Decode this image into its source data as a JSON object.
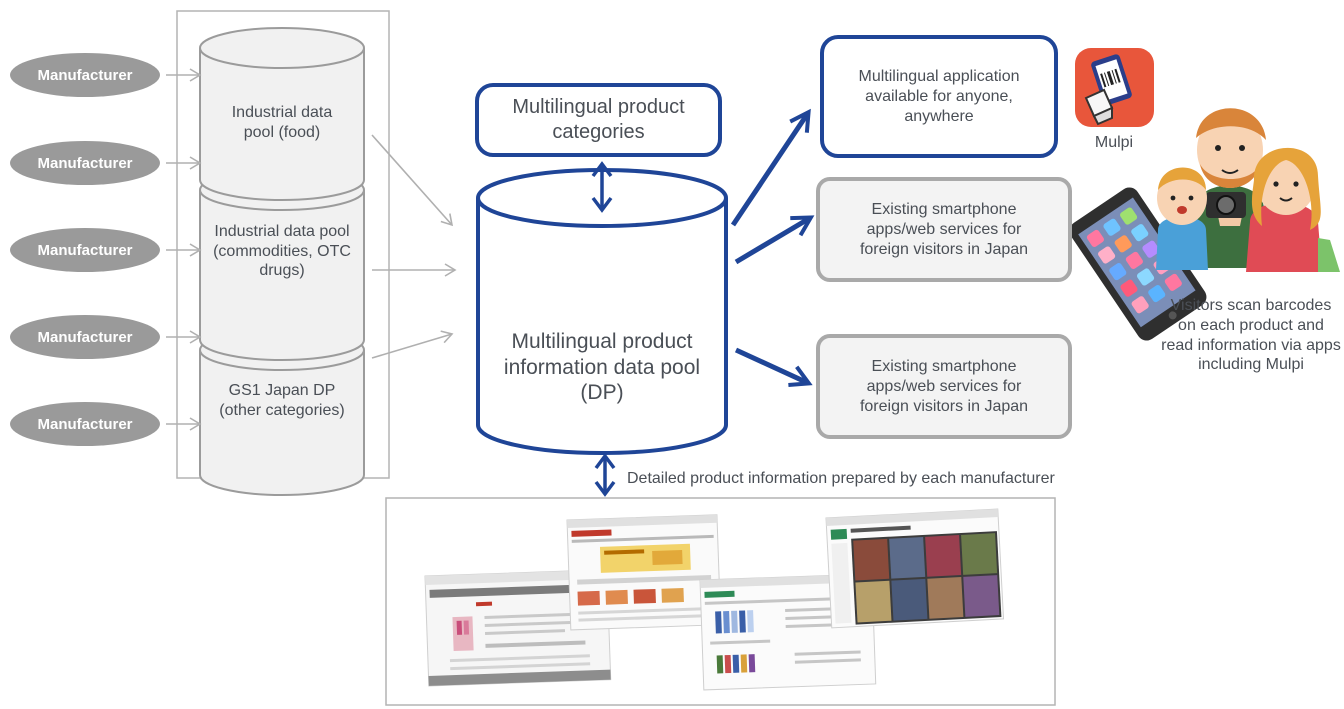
{
  "colors": {
    "navy": "#1f4597",
    "grey": "#9a9a9a",
    "line_grey": "#b0b0b0",
    "text": "#4a4f56"
  },
  "manufacturers": [
    "Manufacturer",
    "Manufacturer",
    "Manufacturer",
    "Manufacturer",
    "Manufacturer"
  ],
  "pools": {
    "food": "Industrial data pool (food)",
    "commodities": "Industrial data pool (commodities, OTC drugs)",
    "gs1": "GS1 Japan DP (other categories)"
  },
  "categories_box": "Multilingual product categories",
  "central_db": "Multilingual product information data pool (DP)",
  "app_box": "Multilingual application available for anyone, anywhere",
  "existing_box_1": "Existing smartphone apps/web services for foreign visitors in Japan",
  "existing_box_2": "Existing smartphone apps/web services for foreign visitors in Japan",
  "app_name": "Mulpi",
  "app_icon": "barcode-scanner-app-icon",
  "visitors_caption": "Visitors scan barcodes on each product and read information via apps including Mulpi",
  "detail_caption": "Detailed product information prepared by each manufacturer"
}
